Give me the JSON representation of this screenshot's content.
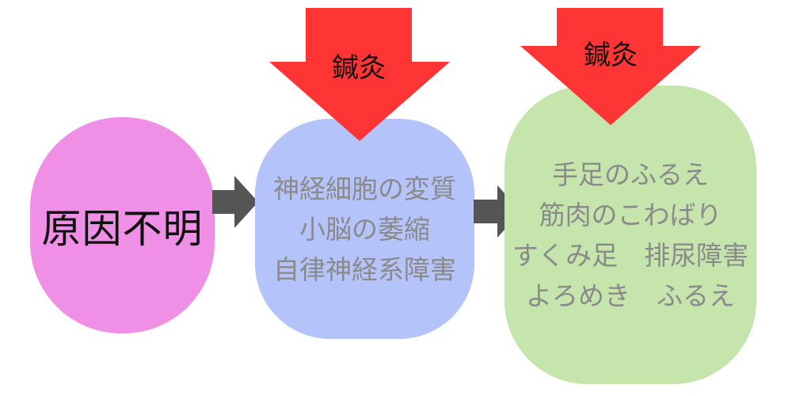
{
  "diagram": {
    "boxes": [
      {
        "lines": [
          "原因不明"
        ],
        "color": "#f08fe6"
      },
      {
        "lines": [
          "神経細胞の変質",
          "小脳の萎縮",
          "自律神経系障害"
        ],
        "color": "#b4c3fa"
      },
      {
        "lines": [
          "手足のふるえ",
          "筋肉のこわばり",
          "すくみ足　排尿障害",
          "よろめき　ふるえ"
        ],
        "color": "#c5e5ac"
      }
    ],
    "treatment_arrows": [
      {
        "label": "鍼灸",
        "color": "#ff3434"
      },
      {
        "label": "鍼灸",
        "color": "#ff3434"
      }
    ],
    "connector_color": "#555555"
  }
}
